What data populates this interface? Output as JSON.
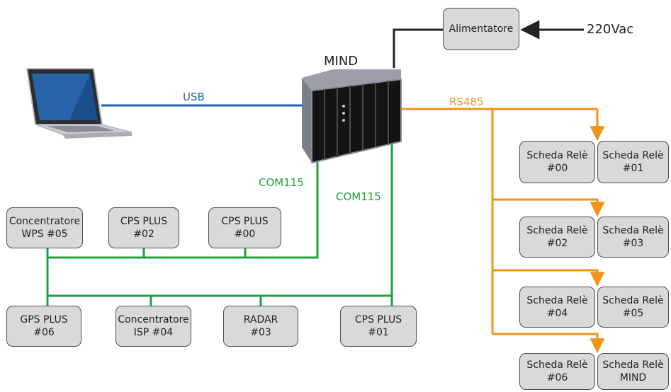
{
  "colors": {
    "com115": "#20a13c",
    "usb": "#1f5fa8",
    "rs485": "#f0931a",
    "power": "#222222",
    "box_fill": "#d9d9d9",
    "box_border": "#4d4d4d"
  },
  "labels": {
    "mind": "MIND",
    "usb": "USB",
    "rs485": "RS485",
    "com115_left": "COM115",
    "com115_right": "COM115",
    "mains": "220Vac"
  },
  "power_supply": {
    "line1": "Alimentatore"
  },
  "icons": {
    "laptop": "laptop-icon",
    "rack": "server-rack-icon"
  },
  "devices_top": [
    {
      "line1": "Concentratore",
      "line2": "WPS #05"
    },
    {
      "line1": "CPS PLUS",
      "line2": "#02"
    },
    {
      "line1": "CPS PLUS",
      "line2": "#00"
    }
  ],
  "devices_bottom": [
    {
      "line1": "GPS PLUS",
      "line2": "#06"
    },
    {
      "line1": "Concentratore",
      "line2": "ISP #04"
    },
    {
      "line1": "RADAR",
      "line2": "#03"
    },
    {
      "line1": "CPS PLUS",
      "line2": "#01"
    }
  ],
  "relays": [
    {
      "line1": "Scheda Relè",
      "line2": "#00"
    },
    {
      "line1": "Scheda Relè",
      "line2": "#01"
    },
    {
      "line1": "Scheda Relè",
      "line2": "#02"
    },
    {
      "line1": "Scheda Relè",
      "line2": "#03"
    },
    {
      "line1": "Scheda Relè",
      "line2": "#04"
    },
    {
      "line1": "Scheda Relè",
      "line2": "#05"
    },
    {
      "line1": "Scheda Relè",
      "line2": "#06"
    },
    {
      "line1": "Scheda Relè",
      "line2": "MIND"
    }
  ]
}
